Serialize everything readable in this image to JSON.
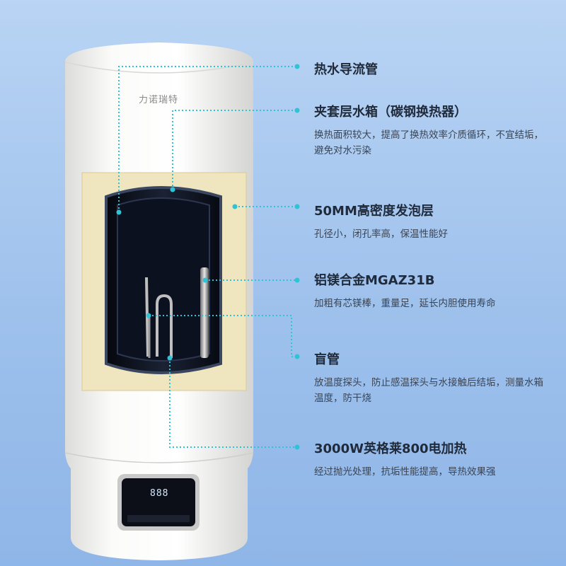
{
  "brand": "力诺瑞特",
  "panel_display": "888",
  "features": [
    {
      "title": "热水导流管",
      "desc": ""
    },
    {
      "title": "夹套层水箱（碳钢换热器）",
      "desc": "换热面积较大，提高了换热效率介质循环，不宜结垢，避免对水污染"
    },
    {
      "title": "50MM高密度发泡层",
      "desc": "孔径小，闭孔率高，保温性能好"
    },
    {
      "title": "铝镁合金MGAZ31B",
      "desc": "加粗有芯镁棒，重量足，延长内胆使用寿命"
    },
    {
      "title": "盲管",
      "desc": "放温度探头，防止感温探头与水接触后结垢，测量水箱温度，防干烧"
    },
    {
      "title": "3000W英格莱800电加热",
      "desc": "经过抛光处理，抗垢性能提高，导热效果强"
    }
  ],
  "colors": {
    "background": "#a8c8f0",
    "accent_line": "#2fc3d6",
    "body_white": "#f6f6f4",
    "insulation": "#efe6bf",
    "tank_inner": "#0e1322"
  }
}
